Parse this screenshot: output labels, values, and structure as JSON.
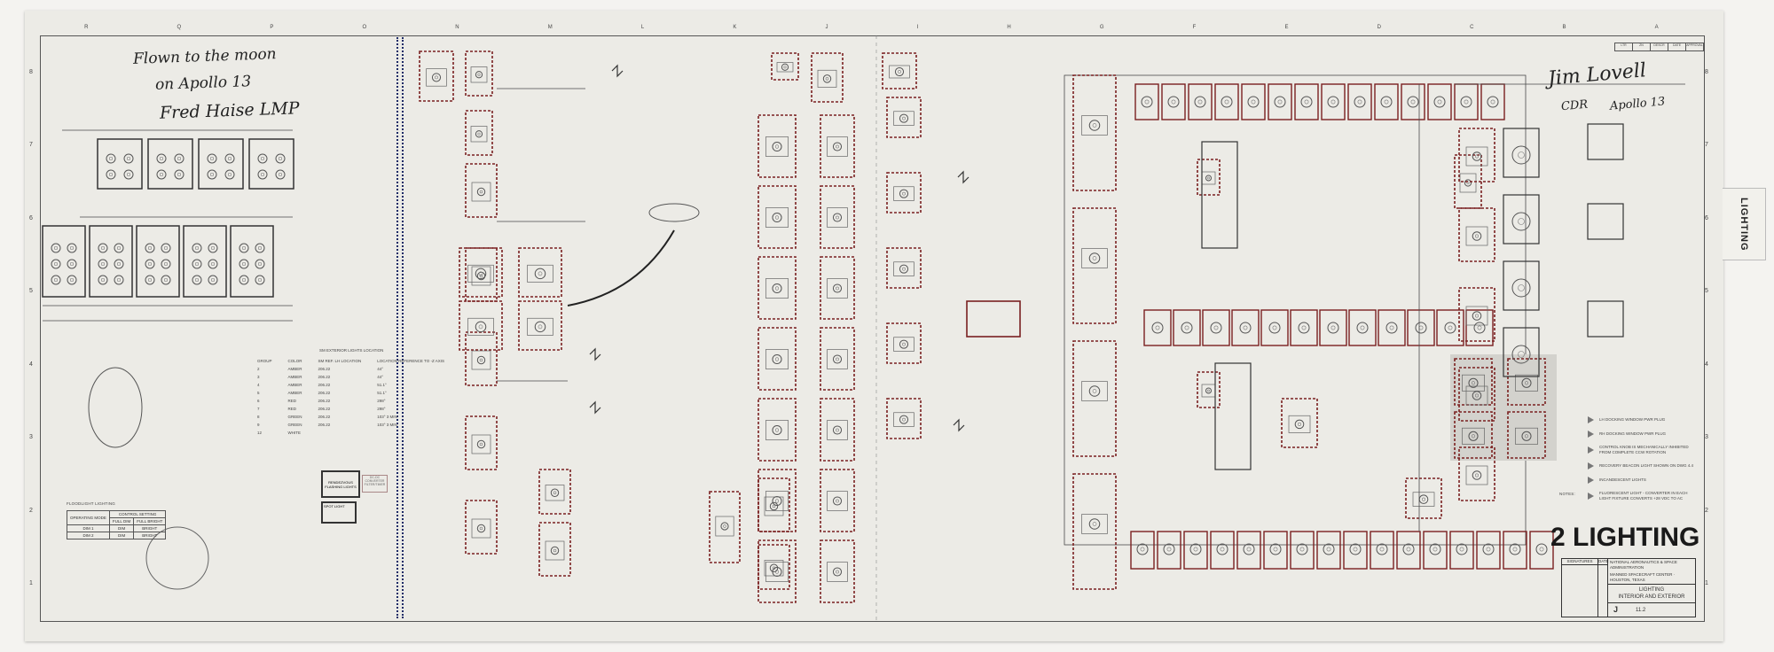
{
  "ruler": {
    "letters": [
      "R",
      "Q",
      "P",
      "O",
      "N",
      "M",
      "L",
      "K",
      "J",
      "I",
      "H",
      "G",
      "F",
      "E",
      "D",
      "C",
      "B",
      "A"
    ],
    "numbers": [
      "8",
      "7",
      "6",
      "5",
      "4",
      "3",
      "2",
      "1"
    ]
  },
  "inscriptions": {
    "haise": [
      "Flown to the moon",
      "on Apollo 13",
      "Fred Haise LMP"
    ],
    "lovell": [
      "Jim Lovell",
      "CDR",
      "Apollo 13"
    ]
  },
  "tab_label": "LIGHTING",
  "title": "2 LIGHTING",
  "title_block": {
    "signatures_header": "SIGNATURES",
    "date_header": "DATE",
    "agency": "NATIONAL AERONAUTICS & SPACE ADMINISTRATION",
    "center": "MANNED SPACECRAFT CENTER · HOUSTON, TEXAS",
    "drawing_title_1": "LIGHTING",
    "drawing_title_2": "INTERIOR AND EXTERIOR",
    "section_letter": "J",
    "drawing_number": "11.2"
  },
  "revision_header": [
    "LTR",
    "ZN",
    "DESCR",
    "DATE",
    "APPROVAL"
  ],
  "exterior_lights_table": {
    "title": "SM EXTERIOR LIGHTS LOCATION",
    "headers": [
      "GROUP",
      "COLOR",
      "SM REF. LH LOCATION",
      "LOCATION REFERENCE TO -Z AXIS"
    ],
    "rows": [
      [
        "2",
        "AMBER",
        "206.22",
        "44°"
      ],
      [
        "3",
        "AMBER",
        "206.22",
        "44°"
      ],
      [
        "4",
        "AMBER",
        "206.22",
        "51.1°"
      ],
      [
        "5",
        "AMBER",
        "206.22",
        "51.1°"
      ],
      [
        "6",
        "RED",
        "206.22",
        "298°"
      ],
      [
        "7",
        "RED",
        "206.22",
        "298°"
      ],
      [
        "8",
        "GREEN",
        "206.22",
        "103° 3 MIN"
      ],
      [
        "9",
        "GREEN",
        "206.22",
        "103° 3 MIN"
      ],
      [
        "12",
        "WHITE",
        "",
        ""
      ]
    ]
  },
  "floodlight_table": {
    "title": "FLOODLIGHT LIGHTING",
    "headers": [
      "OPERATING MODE",
      "CONTROL SETTING"
    ],
    "subheaders": [
      "FULL DIM",
      "FULL BRIGHT"
    ],
    "rows": [
      [
        "DIM 1",
        "DIM",
        "BRIGHT"
      ],
      [
        "DIM 2",
        "DIM",
        "BRIGHT"
      ]
    ]
  },
  "blocks": {
    "flashing": "RENDEZVOUS FLASHING LIGHTS",
    "converter": "DC-DC CONVERTER FILTER/TIMER",
    "spot": "SPOT LIGHT"
  },
  "notes": [
    "LH DOCKING WINDOW PWR PLUG",
    "RH DOCKING WINDOW PWR PLUG",
    "CONTROL KNOB IS MECHANICALLY INHIBITED FROM COMPLETE CCW ROTATION",
    "RECOVERY BEACON LIGHT SHOWN ON DWG 4.4",
    "INCANDESCENT LIGHTS",
    "FLUORESCENT LIGHT - CONVERTER IN EACH LIGHT FIXTURE CONVERTS +28 VDC TO AC"
  ],
  "notes_label": "NOTES:",
  "colors": {
    "wire": "#4a4a4a",
    "component": "#7a2020",
    "divider": "#1c2a66"
  }
}
